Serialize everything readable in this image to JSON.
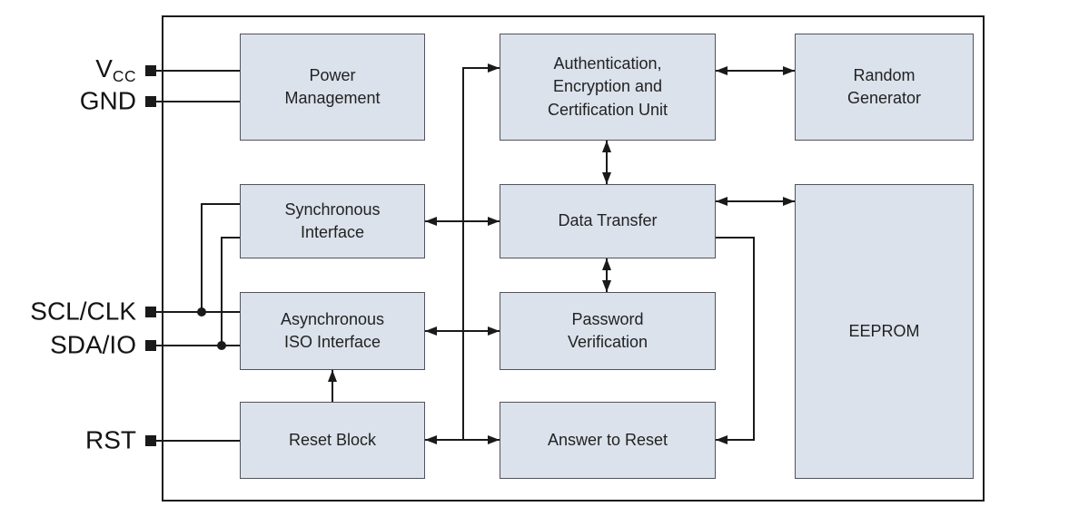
{
  "diagram": {
    "type": "block-diagram",
    "description": "Security memory chip architecture block diagram",
    "blocks": {
      "power_management": {
        "label": "Power\nManagement"
      },
      "auth_unit": {
        "label": "Authentication,\nEncryption and\nCertification Unit"
      },
      "random_generator": {
        "label": "Random\nGenerator"
      },
      "sync_interface": {
        "label": "Synchronous\nInterface"
      },
      "data_transfer": {
        "label": "Data Transfer"
      },
      "eeprom": {
        "label": "EEPROM"
      },
      "async_interface": {
        "label": "Asynchronous\nISO Interface"
      },
      "password_verification": {
        "label": "Password\nVerification"
      },
      "reset_block": {
        "label": "Reset Block"
      },
      "answer_to_reset": {
        "label": "Answer to Reset"
      }
    },
    "pins": {
      "vcc": {
        "main": "V",
        "sub": "CC"
      },
      "gnd": {
        "label": "GND"
      },
      "scl_clk": {
        "label": "SCL/CLK"
      },
      "sda_io": {
        "label": "SDA/IO"
      },
      "rst": {
        "label": "RST"
      }
    },
    "connections": [
      {
        "from": "vcc-pin",
        "to": "power-management",
        "type": "wire"
      },
      {
        "from": "gnd-pin",
        "to": "power-management",
        "type": "wire"
      },
      {
        "from": "scl-clk-pin",
        "to": "asynchronous-iso-interface",
        "type": "wire"
      },
      {
        "from": "scl-clk-pin",
        "to": "synchronous-interface",
        "type": "wire"
      },
      {
        "from": "sda-io-pin",
        "to": "asynchronous-iso-interface",
        "type": "wire"
      },
      {
        "from": "sda-io-pin",
        "to": "synchronous-interface",
        "type": "wire"
      },
      {
        "from": "rst-pin",
        "to": "reset-block",
        "type": "wire"
      },
      {
        "from": "synchronous-interface",
        "to": "data-transfer",
        "type": "bidirectional-arrow"
      },
      {
        "from": "asynchronous-iso-interface",
        "to": "password-verification",
        "type": "bidirectional-arrow"
      },
      {
        "from": "reset-block",
        "to": "answer-to-reset",
        "type": "bidirectional-arrow"
      },
      {
        "from": "interface-bus",
        "to": "authentication-encryption-certification-unit",
        "type": "arrow"
      },
      {
        "from": "authentication-encryption-certification-unit",
        "to": "random-generator",
        "type": "bidirectional-arrow"
      },
      {
        "from": "authentication-encryption-certification-unit",
        "to": "data-transfer",
        "type": "bidirectional-arrow"
      },
      {
        "from": "data-transfer",
        "to": "password-verification",
        "type": "bidirectional-arrow"
      },
      {
        "from": "data-transfer",
        "to": "eeprom",
        "type": "bidirectional-arrow"
      },
      {
        "from": "reset-block",
        "to": "asynchronous-iso-interface",
        "type": "arrow"
      },
      {
        "from": "data-transfer",
        "to": "answer-to-reset",
        "type": "arrow"
      }
    ],
    "colors": {
      "block_fill": "#dbe2ec",
      "block_border": "#52525a",
      "line": "#1a1a1a",
      "background": "#ffffff"
    }
  }
}
